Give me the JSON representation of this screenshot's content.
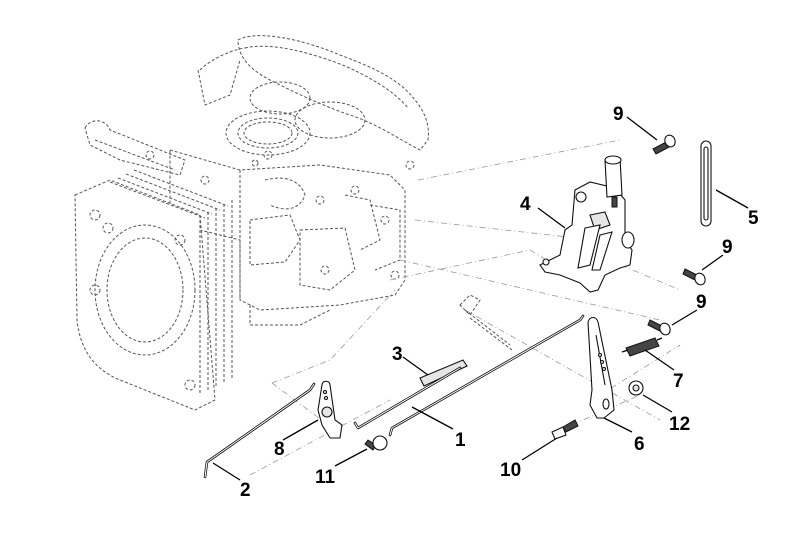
{
  "diagram": {
    "title": "Engine throttle / governor control linkage – exploded parts view",
    "callouts": [
      {
        "id": "c1",
        "label": "1",
        "part": "throttle-rod-long"
      },
      {
        "id": "c2",
        "label": "2",
        "part": "choke-rod"
      },
      {
        "id": "c3",
        "label": "3",
        "part": "rod-guide-plate"
      },
      {
        "id": "c4",
        "label": "4",
        "part": "control-bracket-assembly"
      },
      {
        "id": "c5",
        "label": "5",
        "part": "link-strap"
      },
      {
        "id": "c6",
        "label": "6",
        "part": "governor-lever"
      },
      {
        "id": "c7",
        "label": "7",
        "part": "governor-spring"
      },
      {
        "id": "c8",
        "label": "8",
        "part": "choke-lever-bracket"
      },
      {
        "id": "c9a",
        "label": "9",
        "part": "flange-bolt-top"
      },
      {
        "id": "c9b",
        "label": "9",
        "part": "flange-bolt-mid"
      },
      {
        "id": "c9c",
        "label": "9",
        "part": "flange-bolt-lower"
      },
      {
        "id": "c10",
        "label": "10",
        "part": "shoulder-bolt"
      },
      {
        "id": "c11",
        "label": "11",
        "part": "flange-bolt-small"
      },
      {
        "id": "c12",
        "label": "12",
        "part": "nut"
      }
    ],
    "colors": {
      "line": "#111111",
      "engine_outline": "#555555",
      "guide_line": "#999999",
      "background": "#ffffff"
    }
  }
}
